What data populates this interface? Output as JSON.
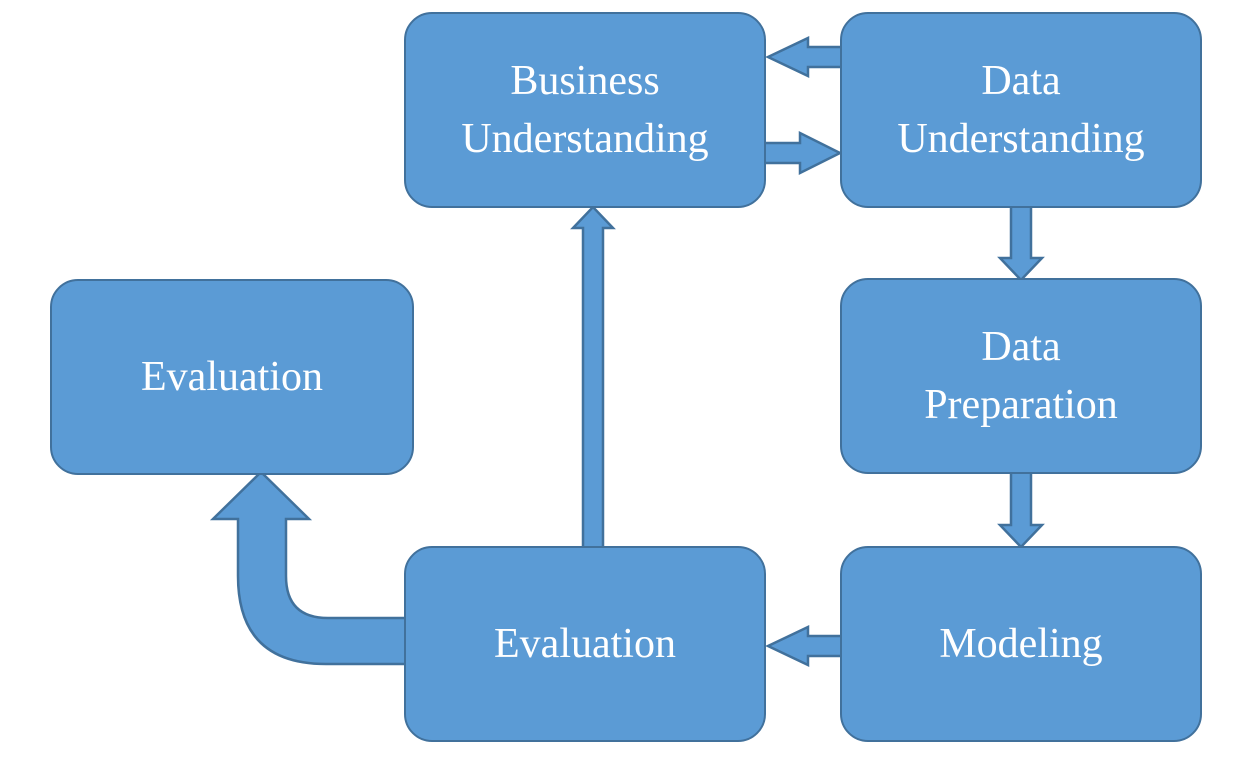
{
  "colors": {
    "box_fill": "#5b9bd5",
    "box_stroke": "#41719c",
    "text": "#ffffff",
    "background": "#ffffff"
  },
  "nodes": {
    "business_understanding": {
      "line1": "Business",
      "line2": "Understanding"
    },
    "data_understanding": {
      "line1": "Data",
      "line2": "Understanding"
    },
    "data_preparation": {
      "line1": "Data",
      "line2": "Preparation"
    },
    "modeling": {
      "label": "Modeling"
    },
    "evaluation_center": {
      "label": "Evaluation"
    },
    "evaluation_left": {
      "label": "Evaluation"
    }
  },
  "connections": [
    {
      "from": "data_understanding",
      "to": "business_understanding"
    },
    {
      "from": "business_understanding",
      "to": "data_understanding"
    },
    {
      "from": "data_understanding",
      "to": "data_preparation"
    },
    {
      "from": "data_preparation",
      "to": "modeling"
    },
    {
      "from": "modeling",
      "to": "evaluation_center"
    },
    {
      "from": "evaluation_center",
      "to": "business_understanding"
    },
    {
      "from": "evaluation_center",
      "to": "evaluation_left"
    }
  ]
}
